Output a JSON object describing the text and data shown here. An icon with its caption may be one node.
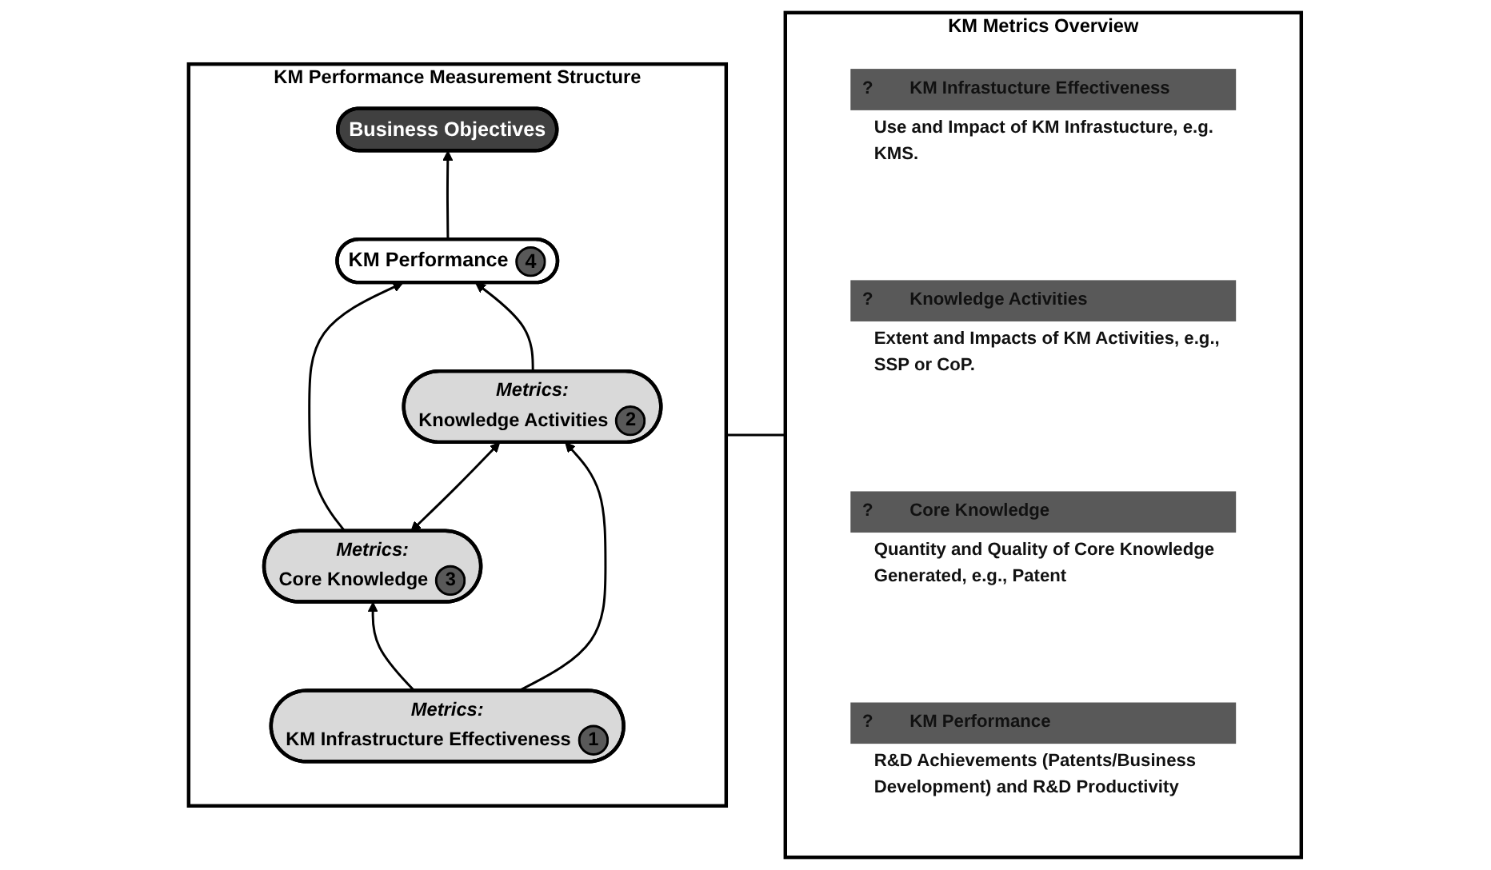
{
  "diagram": {
    "nodes": [
      {
        "text": [
          "KM Performance Measurement Structure"
        ]
      },
      {
        "text": [
          "Business Objectives"
        ],
        "in": 0
      },
      {
        "text": [
          "KM Performance",
          "4"
        ],
        "in": 0
      },
      {
        "text": [
          "Metrics:",
          "Core Knowledge",
          "3"
        ],
        "in": 0
      },
      {
        "text": [
          "Metrics:",
          "Knowledge Activities",
          "2"
        ],
        "in": 0
      },
      {
        "text": [
          "Metrics:",
          "KM Infrastructure Effectiveness",
          "1"
        ],
        "in": 0
      },
      {
        "text": [
          "KM Metrics Overview"
        ]
      },
      {
        "text": [
          "?",
          "KM Infrastucture Effectiveness"
        ],
        "in": 6,
        "beside": [
          "Use and Impact of KM Infrastucture, e.g. KMS."
        ]
      },
      {
        "text": [
          "?",
          "Knowledge Activities"
        ],
        "in": 6,
        "beside": [
          "Extent and Impacts of KM Activities, e.g., SSP or CoP."
        ]
      },
      {
        "text": [
          "?",
          "Core Knowledge"
        ],
        "in": 6,
        "beside": [
          "Quantity and Quality of Core Knowledge Generated, e.g., Patent"
        ]
      },
      {
        "text": [
          "?",
          "KM Performance"
        ],
        "in": 6,
        "beside": [
          "R&D Achievements (Patents/Business Development) and R&D Productivity"
        ]
      }
    ],
    "edges": [
      {
        "from": 2,
        "to": 1,
        "arrow": "to"
      },
      {
        "from": 3,
        "to": 2,
        "arrow": "to"
      },
      {
        "from": 4,
        "to": 2,
        "arrow": "to"
      },
      {
        "from": 3,
        "to": 4,
        "arrow": "both"
      },
      {
        "from": 5,
        "to": 3,
        "arrow": "to"
      },
      {
        "from": 5,
        "to": 4,
        "arrow": "to"
      },
      {
        "from": 0,
        "to": 6,
        "arrow": "none"
      }
    ]
  }
}
